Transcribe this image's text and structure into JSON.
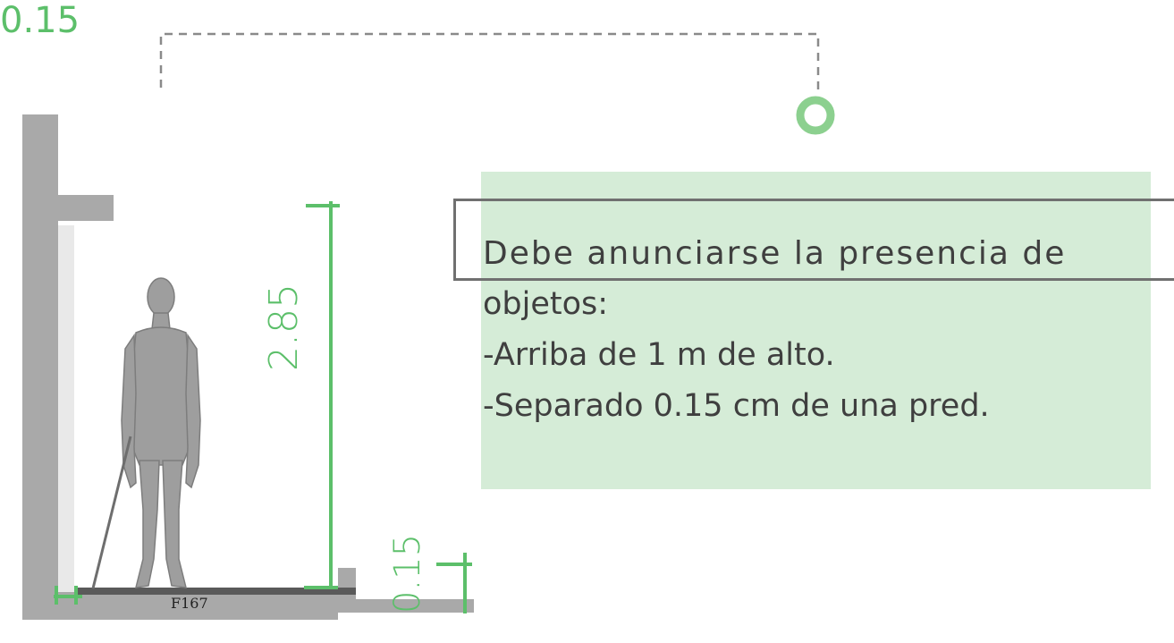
{
  "note": {
    "line1": "Debe anunciarse la presencia de",
    "line2": "objetos:",
    "line3": "-Arriba de 1 m de alto.",
    "line4": "-Separado 0.15 cm de una pred."
  },
  "dimensions": {
    "height": "2.85",
    "step": "0.15",
    "wall_gap": "0.15"
  },
  "code": "F167",
  "colors": {
    "accent_green": "#5cbf6a",
    "note_bg": "#d5ecd7",
    "wall_gray": "#a9a9a9",
    "frame_gray": "#707070"
  }
}
